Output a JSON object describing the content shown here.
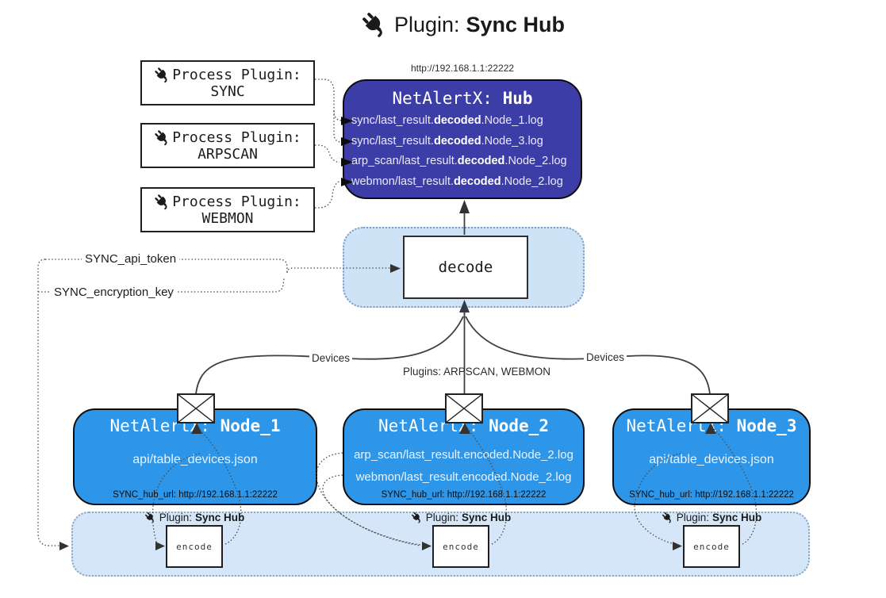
{
  "title": {
    "prefix": "Plugin: ",
    "bold": "Sync Hub"
  },
  "hub": {
    "url": "http://192.168.1.1:22222",
    "name_prefix": "NetAlertX: ",
    "name_bold": "Hub",
    "files": [
      {
        "pre": "sync/last_result.",
        "bold": "decoded",
        "post": ".Node_1.log"
      },
      {
        "pre": "sync/last_result.",
        "bold": "decoded",
        "post": ".Node_3.log"
      },
      {
        "pre": "arp_scan/last_result.",
        "bold": "decoded",
        "post": ".Node_2.log"
      },
      {
        "pre": "webmon/last_result.",
        "bold": "decoded",
        "post": ".Node_2.log"
      }
    ]
  },
  "process_plugins": [
    {
      "label": "Process Plugin:",
      "name": "SYNC"
    },
    {
      "label": "Process Plugin:",
      "name": "ARPSCAN"
    },
    {
      "label": "Process Plugin:",
      "name": "WEBMON"
    }
  ],
  "settings": {
    "api_token": "SYNC_api_token",
    "encryption_key": "SYNC_encryption_key"
  },
  "decode_box": {
    "label": "decode"
  },
  "edge_labels": {
    "devices_left": "Devices",
    "devices_right": "Devices",
    "plugins_middle": "Plugins: ARPSCAN, WEBMON"
  },
  "nodes": [
    {
      "name_prefix": "NetAlertX: ",
      "name_bold": "Node_1",
      "files": [
        "api/table_devices.json"
      ],
      "hub_url": "SYNC_hub_url: http://192.168.1.1:22222"
    },
    {
      "name_prefix": "NetAlertX: ",
      "name_bold": "Node_2",
      "files": [
        "arp_scan/last_result.encoded.Node_2.log",
        "webmon/last_result.encoded.Node_2.log"
      ],
      "hub_url": "SYNC_hub_url: http://192.168.1.1:22222"
    },
    {
      "name_prefix": "NetAlertX: ",
      "name_bold": "Node_3",
      "files": [
        "api/table_devices.json"
      ],
      "hub_url": "SYNC_hub_url: http://192.168.1.1:22222"
    }
  ],
  "encode_band": {
    "plugin_prefix": "Plugin: ",
    "plugin_bold": "Sync Hub",
    "encode_label": "encode"
  },
  "colors": {
    "hub_fill": "#3d3da8",
    "node_fill": "#2e96e9",
    "panel_fill": "#d4e6f8",
    "panel_border": "#8aa5c0",
    "decode_panel_fill": "#cfe3f7",
    "line": "#404040",
    "dotted": "#4a4a4a",
    "arrow": "#333333"
  }
}
